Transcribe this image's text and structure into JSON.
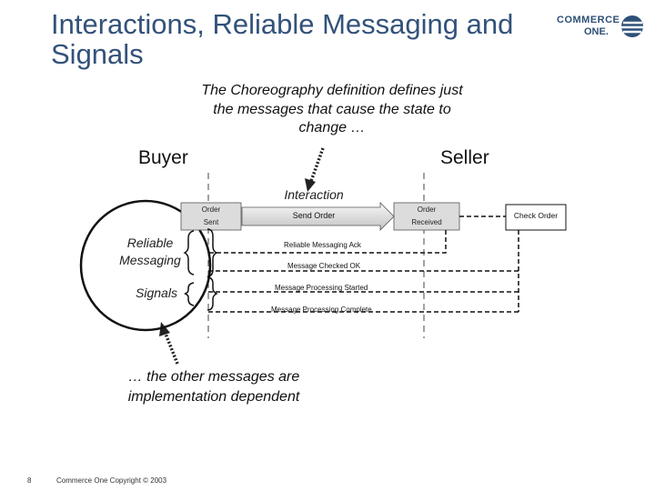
{
  "slide": {
    "title": "Interactions, Reliable Messaging and Signals",
    "logo": {
      "line1": "COMMERCE",
      "line2": "ONE."
    },
    "note_top": "The Choreography definition defines just the messages that cause the state to change …",
    "note_bottom": "… the other messages are implementation dependent",
    "buyer_label": "Buyer",
    "seller_label": "Seller",
    "interaction_label": "Interaction",
    "order_sent_line1": "Order",
    "order_sent_line2": "Sent",
    "send_order_label": "Send Order",
    "order_received_line1": "Order",
    "order_received_line2": "Received",
    "check_order_label": "Check Order",
    "reliable_messaging_line1": "Reliable",
    "reliable_messaging_line2": "Messaging",
    "signals_label": "Signals",
    "messages": [
      "Reliable Messaging Ack",
      "Message Checked OK",
      "Message Processing Started",
      "Message Processing Complete"
    ],
    "page_number": "8",
    "copyright": "Commerce One Copyright © 2003"
  }
}
